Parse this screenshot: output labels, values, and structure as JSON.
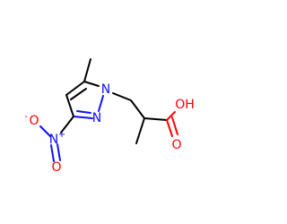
{
  "molecule": {
    "atoms": {
      "n1": "N",
      "n2": "N",
      "n_nitro": "N",
      "n_nitro_charge": "+",
      "o_nitro_1": "O",
      "o_nitro_1_charge": "-",
      "o_nitro_2": "O",
      "o_hydroxyl": "OH",
      "o_carbonyl": "O"
    },
    "colors": {
      "carbon": "#000000",
      "nitrogen": "#1010ff",
      "oxygen": "#ff0000"
    }
  }
}
